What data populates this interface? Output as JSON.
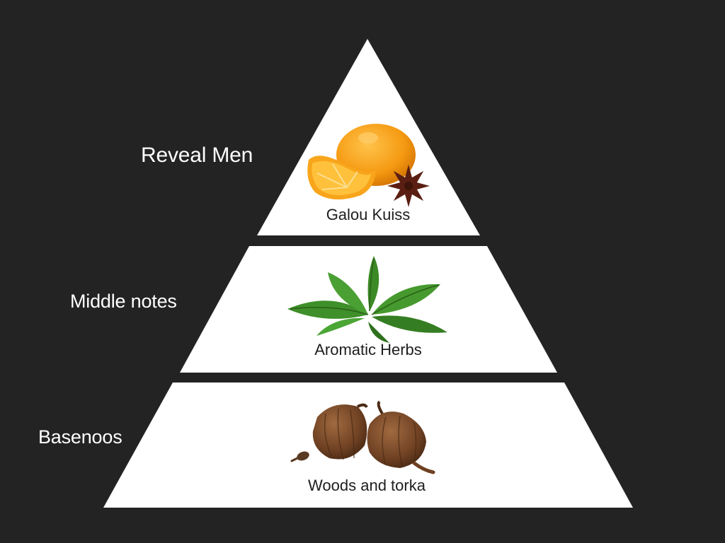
{
  "side_labels": {
    "top": "Reveal Men",
    "middle": "Middle notes",
    "base": "Basenoos"
  },
  "tiers": [
    {
      "caption": "Galou Kuiss",
      "icon": "orange-and-star-anise-icon"
    },
    {
      "caption": "Aromatic Herbs",
      "icon": "herb-leaves-icon"
    },
    {
      "caption": "Woods and torka",
      "icon": "nuts-and-clove-icon"
    }
  ],
  "colors": {
    "background": "#232323",
    "tier_fill": "#ffffff",
    "orange": "#f6a21e",
    "leaf": "#3f8f2a",
    "nut": "#7a4a2a"
  }
}
